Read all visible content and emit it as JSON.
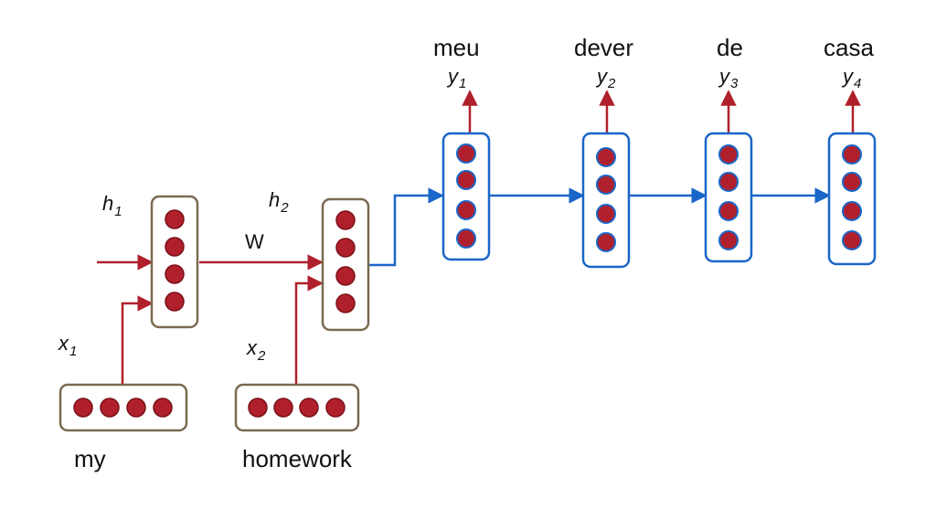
{
  "colors": {
    "encoder_box": "#7a6a50",
    "decoder_box": "#1a66c9",
    "encoder_arrow": "#b0202c",
    "decoder_arrow": "#1a66c9",
    "neuron_fill": "#b0202c"
  },
  "encoder": {
    "hidden_labels": [
      {
        "var": "h",
        "sub": "1"
      },
      {
        "var": "h",
        "sub": "2"
      }
    ],
    "input_labels": [
      {
        "var": "x",
        "sub": "1"
      },
      {
        "var": "x",
        "sub": "2"
      }
    ],
    "weight_label": "W",
    "input_words": [
      "my",
      "homework"
    ]
  },
  "decoder": {
    "outputs": [
      {
        "word": "meu",
        "var": "y",
        "sub": "1"
      },
      {
        "word": "dever",
        "var": "y",
        "sub": "2"
      },
      {
        "word": "de",
        "var": "y",
        "sub": "3"
      },
      {
        "word": "casa",
        "var": "y",
        "sub": "4"
      }
    ]
  }
}
